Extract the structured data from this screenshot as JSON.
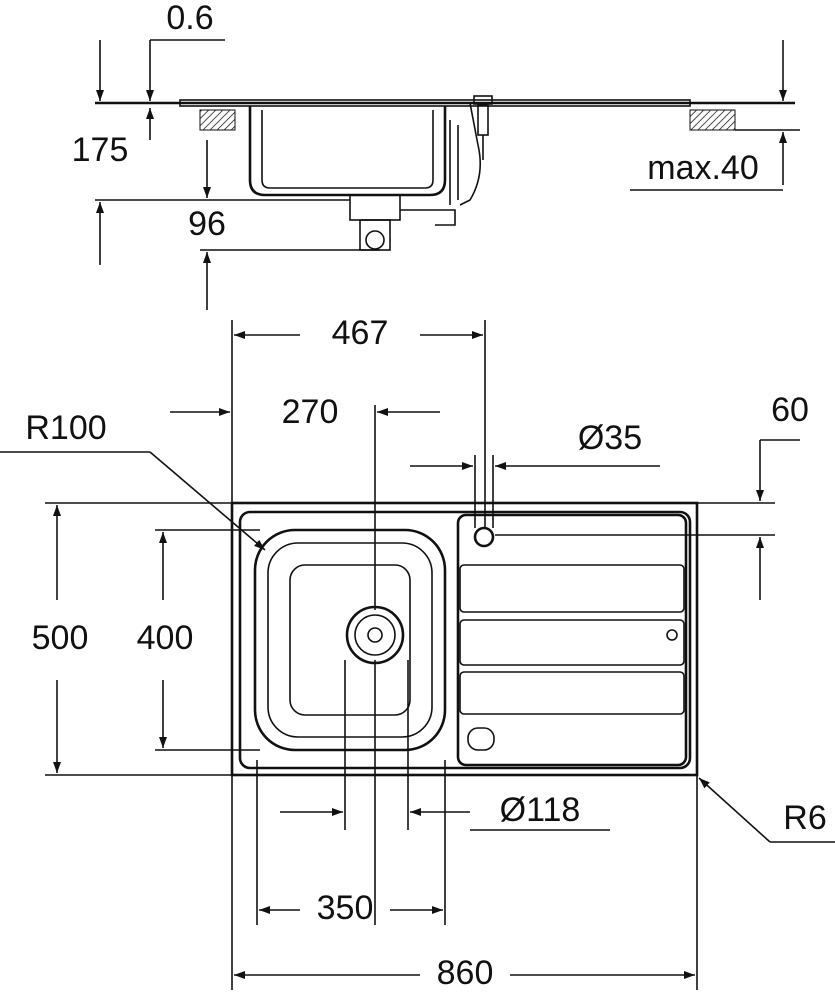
{
  "title": "Kitchen sink dimension drawing",
  "dimensions": {
    "rim_thickness": "0.6",
    "depth": "175",
    "drain_height": "96",
    "max_worktop": "max.40",
    "bowl_to_tap": "467",
    "corner_radius_bowl": "R100",
    "drain_offset": "270",
    "tap_hole": "Ø35",
    "tap_hole_offset": "60",
    "overall_depth": "500",
    "bowl_depth": "400",
    "drain_diameter": "Ø118",
    "corner_radius_outer": "R6",
    "bowl_width": "350",
    "overall_width": "860"
  },
  "colors": {
    "line": "#111111",
    "background": "#ffffff"
  }
}
